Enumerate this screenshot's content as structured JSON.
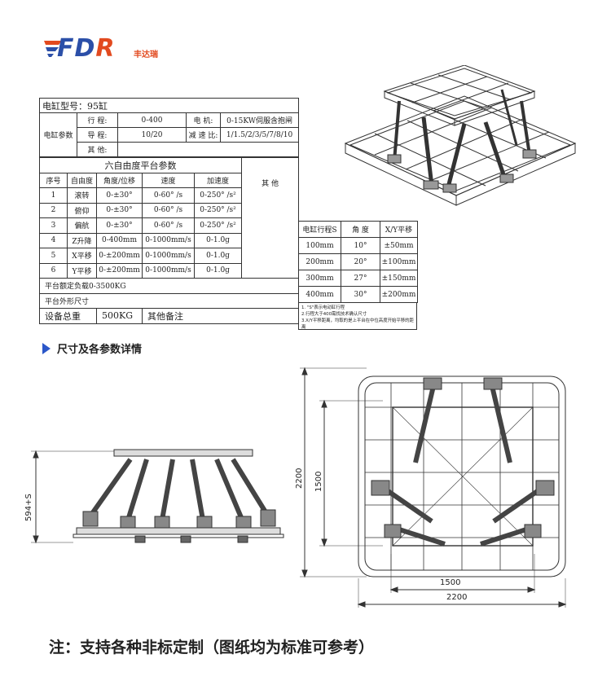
{
  "brand": {
    "logo": "FDR",
    "sub": "丰达瑞"
  },
  "spec": {
    "title": "电缸型号：95缸",
    "group_label": "电缸参数",
    "stroke_label": "行  程:",
    "stroke_value": "0-400",
    "motor_label": "电  机:",
    "motor_value": "0-15KW伺服含抱闸",
    "lead_label": "导  程:",
    "lead_value": "10/20",
    "reducer_label": "减 速 比:",
    "reducer_value": "1/1.5/2/3/5/7/8/10",
    "other_label": "其  他:"
  },
  "dof": {
    "title": "六自由度平台参数",
    "headers": [
      "序号",
      "自由度",
      "角度/位移",
      "速度",
      "加速度",
      "其    他"
    ],
    "rows": [
      [
        "1",
        "滚转",
        "0-±30°",
        "0-60° /s",
        "0-250° /s²"
      ],
      [
        "2",
        "俯仰",
        "0-±30°",
        "0-60° /s",
        "0-250° /s²"
      ],
      [
        "3",
        "偏航",
        "0-±30°",
        "0-60° /s",
        "0-250° /s²"
      ],
      [
        "4",
        "Z升降",
        "0-400mm",
        "0-1000mm/s",
        "0-1.0g"
      ],
      [
        "5",
        "X平移",
        "0-±200mm",
        "0-1000mm/s",
        "0-1.0g"
      ],
      [
        "6",
        "Y平移",
        "0-±200mm",
        "0-1000mm/s",
        "0-1.0g"
      ]
    ],
    "load": "平台额定负载0-3500KG",
    "size": "平台外形尺寸",
    "weight_label": "设备总重",
    "weight_value": "500KG",
    "remarks": "其他备注"
  },
  "stroke_table": {
    "headers": [
      "电缸行程S",
      "角  度",
      "X/Y平移"
    ],
    "rows": [
      [
        "100mm",
        "10°",
        "±50mm"
      ],
      [
        "200mm",
        "20°",
        "±100mm"
      ],
      [
        "300mm",
        "27°",
        "±150mm"
      ],
      [
        "400mm",
        "30°",
        "±200mm"
      ]
    ],
    "notes": [
      "1. \"S\"表示电动缸行程",
      "2.行程大于400需找技术确认尺寸",
      "3.X/Y平移距离，均取的是上平台在中位高度开始平移的距离"
    ]
  },
  "section_title": "尺寸及各参数详情",
  "dims": {
    "side_height": "594+S",
    "plan_h_outer": "2200",
    "plan_h_inner": "1500",
    "plan_w_inner": "1500",
    "plan_w_outer": "2200"
  },
  "footer": "注：支持各种非标定制（图纸均为标准可参考）"
}
